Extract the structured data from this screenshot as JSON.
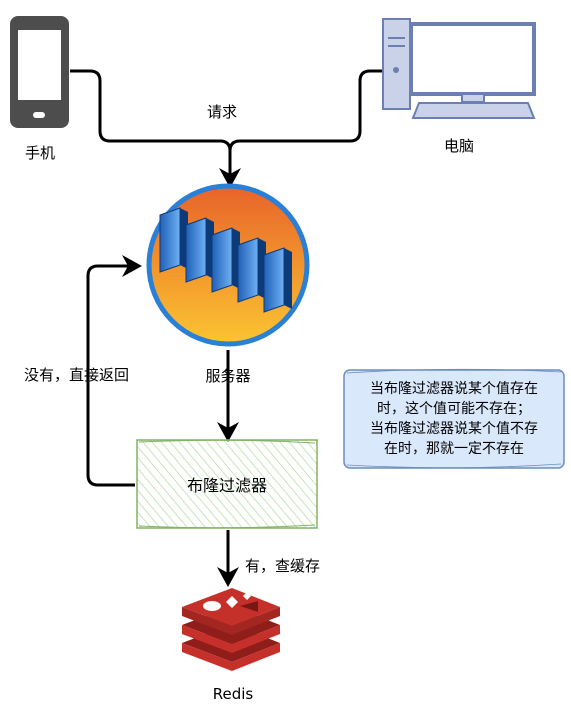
{
  "nodes": {
    "phone": {
      "label": "手机"
    },
    "computer": {
      "label": "电脑"
    },
    "server": {
      "label": "服务器"
    },
    "bloom_filter": {
      "label": "布隆过滤器"
    },
    "redis": {
      "label": "Redis"
    }
  },
  "edges": {
    "request": {
      "label": "请求"
    },
    "miss_return": {
      "label": "没有，直接返回"
    },
    "hit_cache": {
      "label": "有，查缓存"
    }
  },
  "note": {
    "lines": [
      "当布隆过滤器说某个值存在",
      "时，这个值可能不存在；",
      "当布隆过滤器说某个值不存",
      "在时，那就一定不存在"
    ]
  },
  "colors": {
    "phone_body": "#4d4d4d",
    "computer_body": "#6b7fb3",
    "computer_screen_bg": "#ffffff",
    "server_ring": "#2a7fd6",
    "server_fill_top": "#e8632a",
    "server_fill_bottom": "#fbc531",
    "bloom_hatch": "#a6d995",
    "bloom_border": "#82b366",
    "note_fill": "#dae8fc",
    "note_border": "#6c8ebf",
    "redis_red": "#c6302b",
    "redis_dark": "#8f1e1a",
    "arrow": "#000000"
  }
}
